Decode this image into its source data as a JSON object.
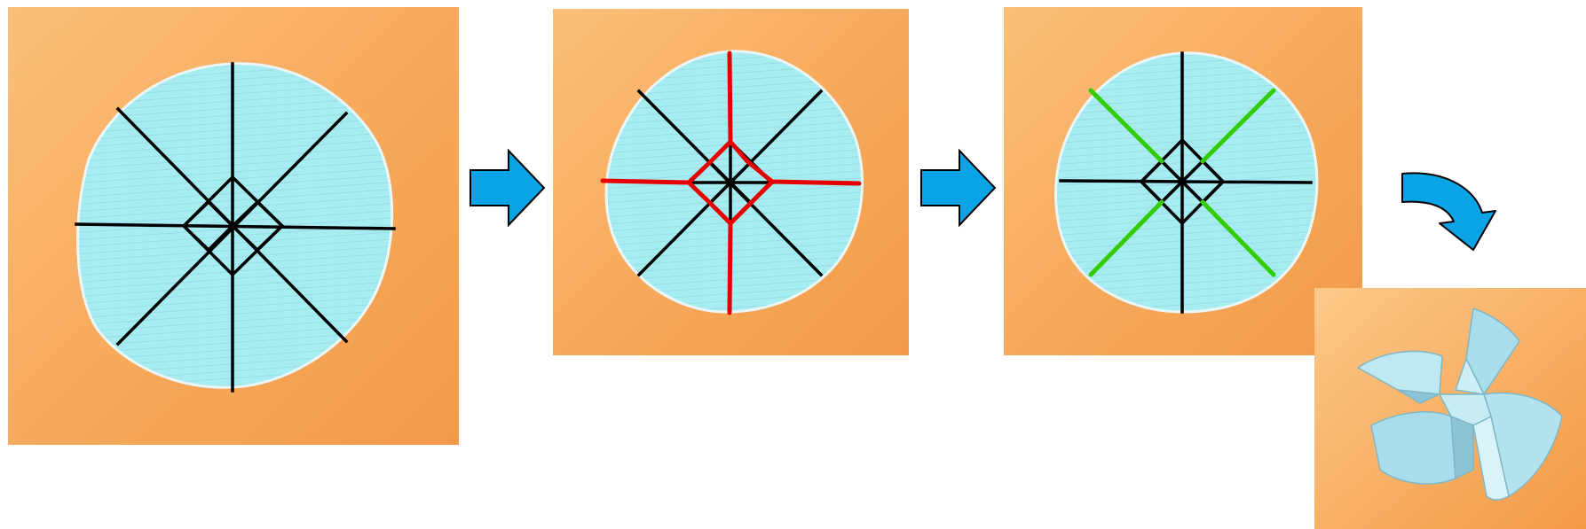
{
  "colors": {
    "paper_orange": "#f7a85a",
    "paper_orange_light": "#fcc07a",
    "paper_orange_dark": "#f29a4a",
    "disc_blue": "#a7ecf1",
    "crease_black": "#000000",
    "crease_red": "#e60000",
    "crease_green": "#33cc00",
    "arrow_blue": "#0aa3e6",
    "arrow_outline": "#000000",
    "folded_blade_blue": "#a9ddeb",
    "background": "#ffffff"
  },
  "steps": [
    {
      "id": "step-1",
      "description_icon": "disc-with-black-crease-pattern"
    },
    {
      "id": "step-2",
      "description_icon": "disc-with-red-mountain-folds"
    },
    {
      "id": "step-3",
      "description_icon": "disc-with-green-valley-folds"
    },
    {
      "id": "step-4",
      "description_icon": "folded-pinwheel-photo"
    }
  ],
  "arrows": [
    {
      "icon": "right-arrow-icon"
    },
    {
      "icon": "right-arrow-icon"
    },
    {
      "icon": "curved-down-arrow-icon"
    }
  ]
}
